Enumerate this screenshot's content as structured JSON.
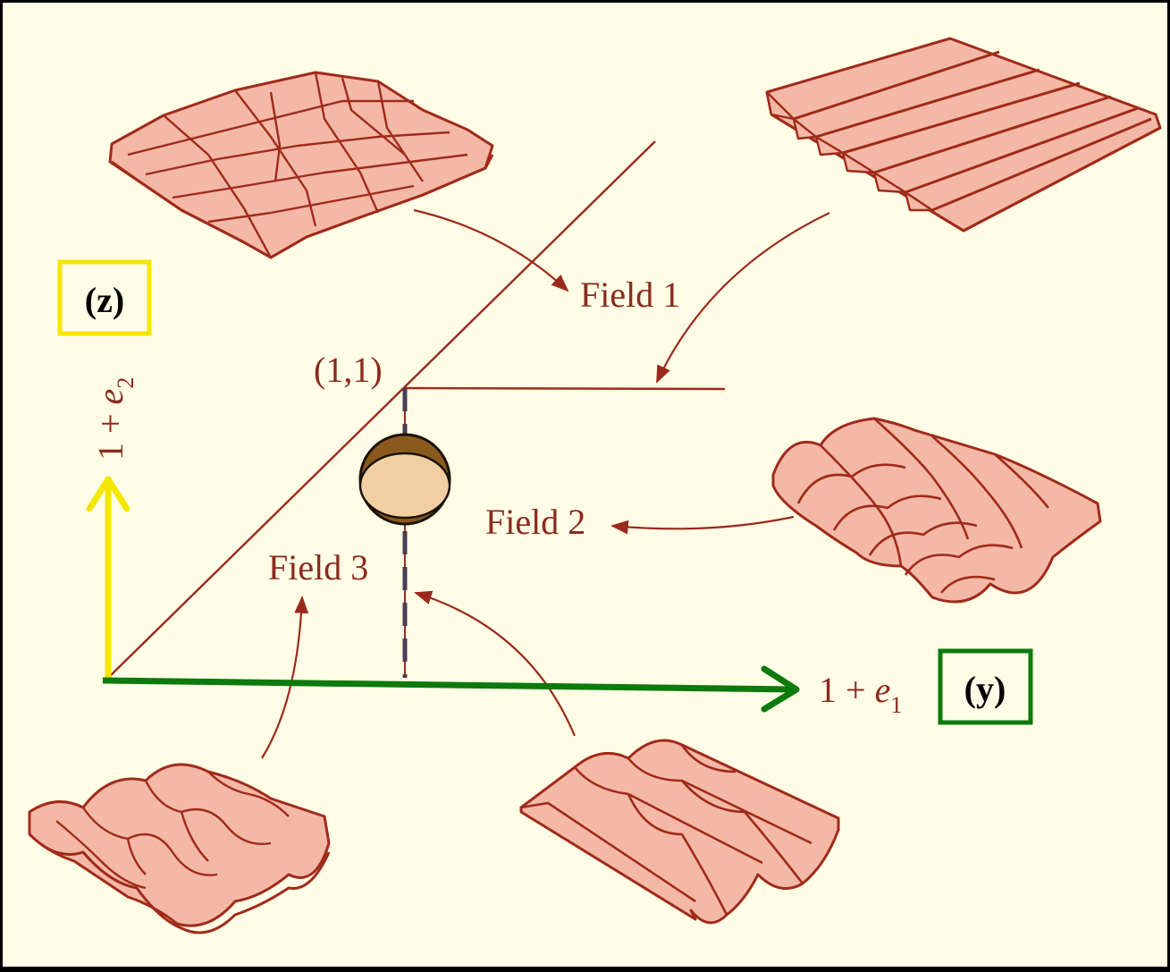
{
  "labels": {
    "field1": "Field 1",
    "field2": "Field 2",
    "field3": "Field 3",
    "point": "(1,1)",
    "axis_x_prefix": "1 + ",
    "axis_x_var": "e",
    "axis_x_sub": "1",
    "axis_y_prefix": "1 + ",
    "axis_y_var": "e",
    "axis_y_sub": "2",
    "z_box": "(z)",
    "y_box": "(y)"
  },
  "colors": {
    "background": "#fffde6",
    "line": "#9a2a1c",
    "sheet_fill": "#f4b9a6",
    "sheet_edge": "#a02a1a",
    "yellow_axis": "#f5e600",
    "green_axis": "#0c7a0c",
    "sphere_shell": "#8a5a1c",
    "sphere_face": "#f2cfa2"
  },
  "icons": [
    "wrinkled-sheet-icon",
    "strip-sheet-icon",
    "buckled-sheet-icon",
    "egg-crate-sheet-icon",
    "corrugated-sheet-icon",
    "sphere-icon"
  ]
}
